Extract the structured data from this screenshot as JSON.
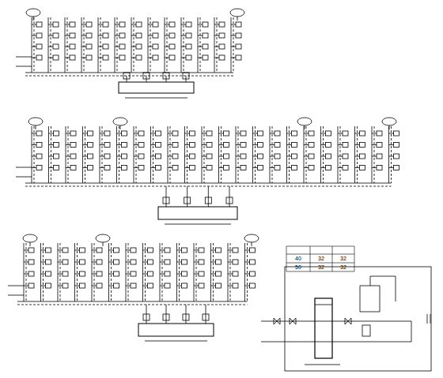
{
  "diagram": {
    "labels": [
      "40",
      "32",
      "32",
      "50",
      "32",
      "32"
    ]
  }
}
